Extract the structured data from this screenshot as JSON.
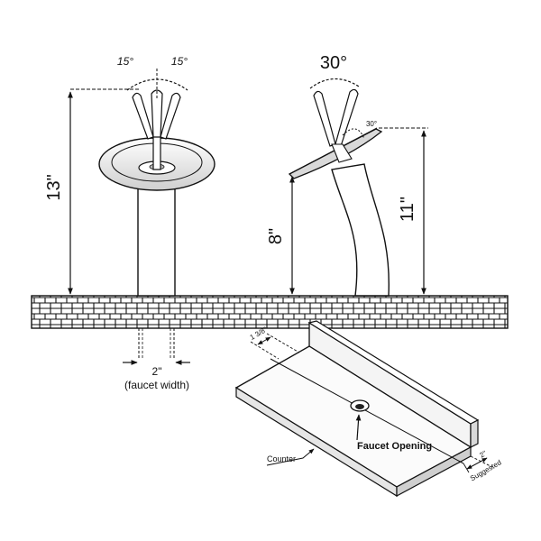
{
  "front_view": {
    "angle_left": "15°",
    "angle_right": "15°",
    "height": "13\"",
    "faucet_width": "2\"",
    "faucet_width_caption": "(faucet width)"
  },
  "side_view": {
    "spread_angle": "30°",
    "spout_angle": "30°",
    "spout_height": "8\"",
    "total_height": "11\""
  },
  "counter_view": {
    "setback": "1 3/8\"",
    "suggested_value": "2\"",
    "suggested_label": "Suggested",
    "faucet_opening": "Faucet Opening",
    "counter": "Counter"
  },
  "colors": {
    "line": "#111111",
    "fill_light": "#f4f4f4",
    "fill_mid": "#d9d9d9",
    "background": "#ffffff"
  }
}
